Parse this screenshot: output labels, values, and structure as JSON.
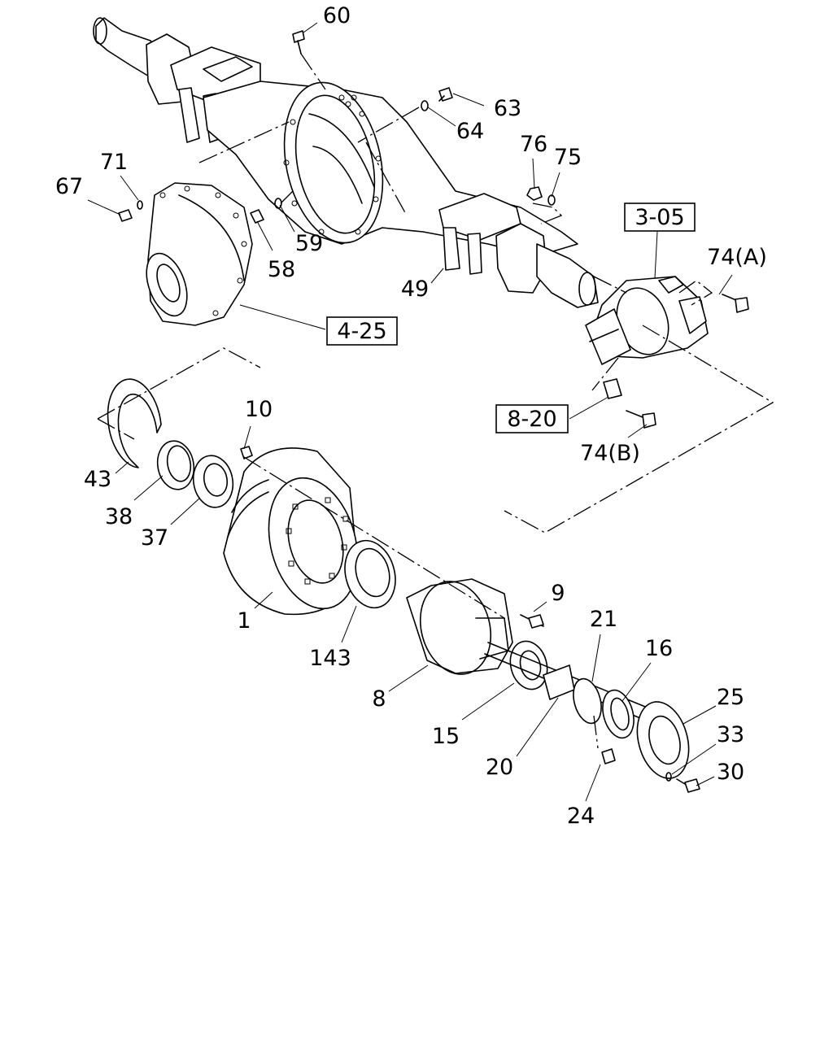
{
  "diagram": {
    "callouts": [
      {
        "id": "c60",
        "text": "60"
      },
      {
        "id": "c63",
        "text": "63"
      },
      {
        "id": "c64",
        "text": "64"
      },
      {
        "id": "c76",
        "text": "76"
      },
      {
        "id": "c75",
        "text": "75"
      },
      {
        "id": "c71",
        "text": "71"
      },
      {
        "id": "c67",
        "text": "67"
      },
      {
        "id": "c59",
        "text": "59"
      },
      {
        "id": "c58",
        "text": "58"
      },
      {
        "id": "c49",
        "text": "49"
      },
      {
        "id": "c74a",
        "text": "74(A)"
      },
      {
        "id": "c74b",
        "text": "74(B)"
      },
      {
        "id": "c10",
        "text": "10"
      },
      {
        "id": "c43",
        "text": "43"
      },
      {
        "id": "c38",
        "text": "38"
      },
      {
        "id": "c37",
        "text": "37"
      },
      {
        "id": "c1",
        "text": "1"
      },
      {
        "id": "c143",
        "text": "143"
      },
      {
        "id": "c9",
        "text": "9"
      },
      {
        "id": "c8",
        "text": "8"
      },
      {
        "id": "c15",
        "text": "15"
      },
      {
        "id": "c20",
        "text": "20"
      },
      {
        "id": "c21",
        "text": "21"
      },
      {
        "id": "c16",
        "text": "16"
      },
      {
        "id": "c24",
        "text": "24"
      },
      {
        "id": "c25",
        "text": "25"
      },
      {
        "id": "c33",
        "text": "33"
      },
      {
        "id": "c30",
        "text": "30"
      }
    ],
    "references": [
      {
        "id": "r305",
        "text": "3-05"
      },
      {
        "id": "r425",
        "text": "4-25"
      },
      {
        "id": "r820",
        "text": "8-20"
      }
    ]
  }
}
